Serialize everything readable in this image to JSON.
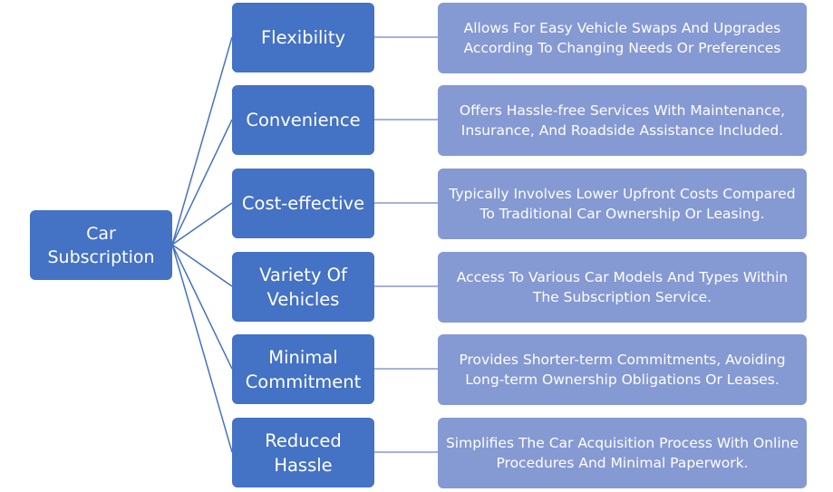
{
  "diagram": {
    "root": {
      "label": "Car Subscription"
    },
    "branches": [
      {
        "title": "Flexibility",
        "description": "Allows For Easy Vehicle Swaps And Upgrades According To Changing Needs Or Preferences"
      },
      {
        "title": "Convenience",
        "description": "Offers Hassle-free Services With Maintenance, Insurance, And Roadside Assistance Included."
      },
      {
        "title": "Cost-effective",
        "description": "Typically Involves Lower Upfront Costs Compared To Traditional Car Ownership Or Leasing."
      },
      {
        "title": "Variety Of Vehicles",
        "description": "Access To Various Car Models And Types Within The Subscription Service."
      },
      {
        "title": "Minimal Commitment",
        "description": "Provides Shorter-term Commitments, Avoiding Long-term Ownership Obligations Or Leases."
      },
      {
        "title": "Reduced Hassle",
        "description": "Simplifies The Car Acquisition Process With Online Procedures And Minimal Paperwork."
      }
    ],
    "colors": {
      "primary": "#4472c4",
      "secondary": "#8599d3",
      "connector": "#4472c4",
      "connector_light": "#8599d3",
      "text": "#ffffff"
    }
  }
}
